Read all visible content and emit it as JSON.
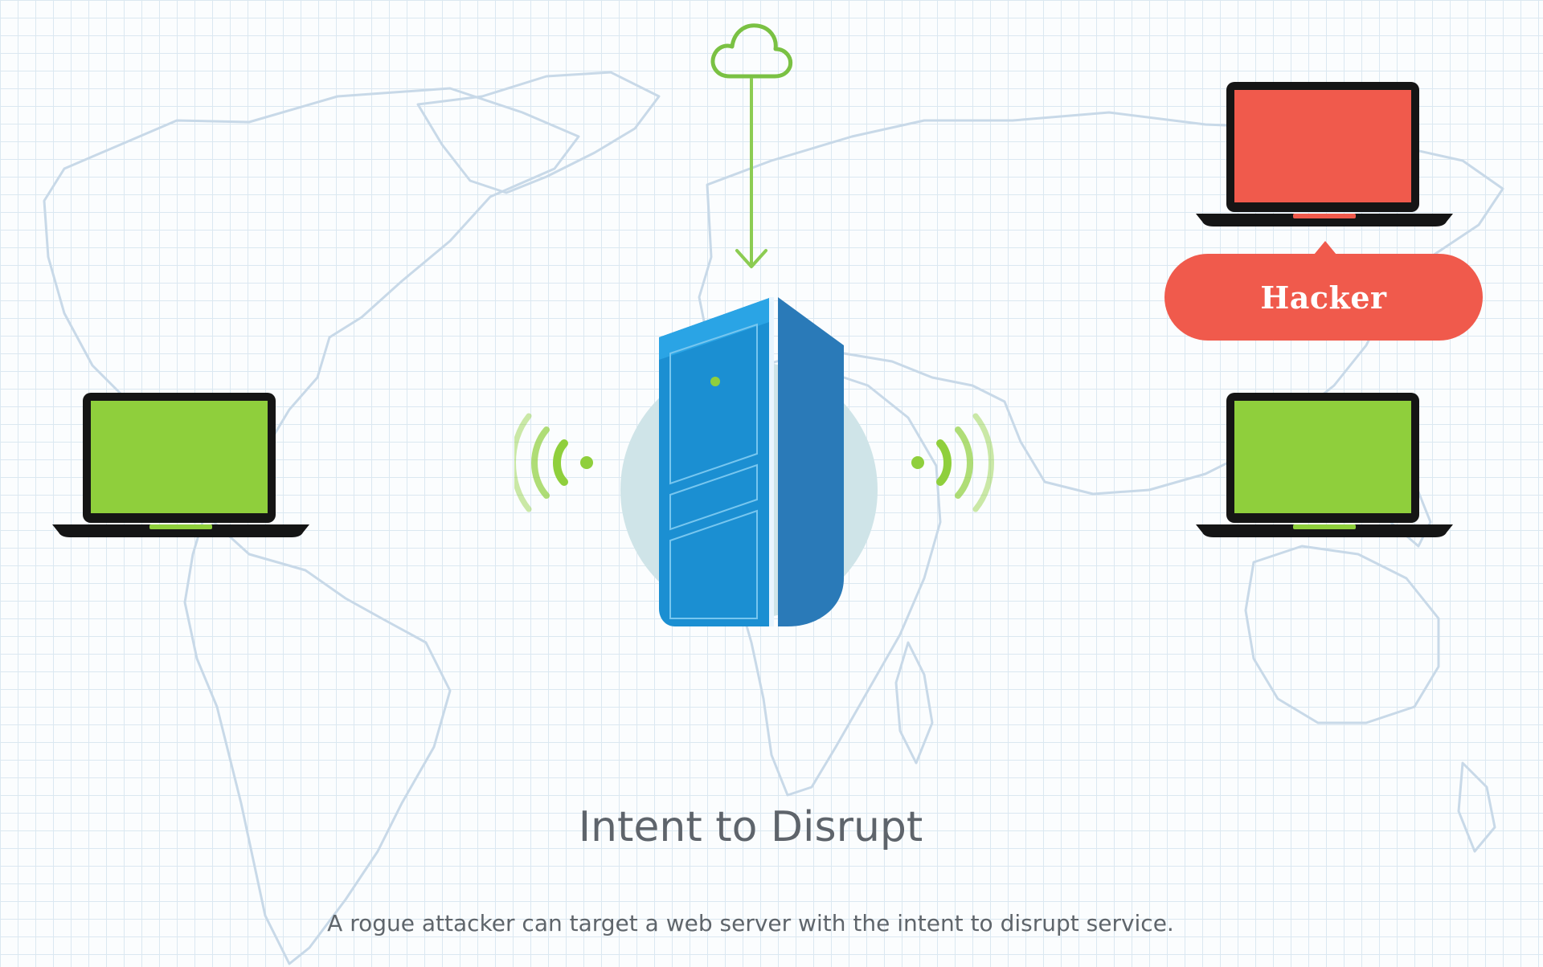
{
  "diagram": {
    "title": "Intent to Disrupt",
    "caption": "A rogue attacker can target a web server with the intent to disrupt service.",
    "attacker_label": "Hacker"
  },
  "icons": {
    "background": "world-map-icon",
    "source": "cloud-icon",
    "target": "server-icon",
    "signals": "wifi-signal-icon",
    "clients": "laptop-icon"
  },
  "colors": {
    "normal_client": "#8fcf3c",
    "attacker": "#f05a4c",
    "server_front": "#168fd0",
    "server_side": "#2778b8",
    "cloud_line": "#7ac143",
    "grid": "#dbe8f1"
  }
}
